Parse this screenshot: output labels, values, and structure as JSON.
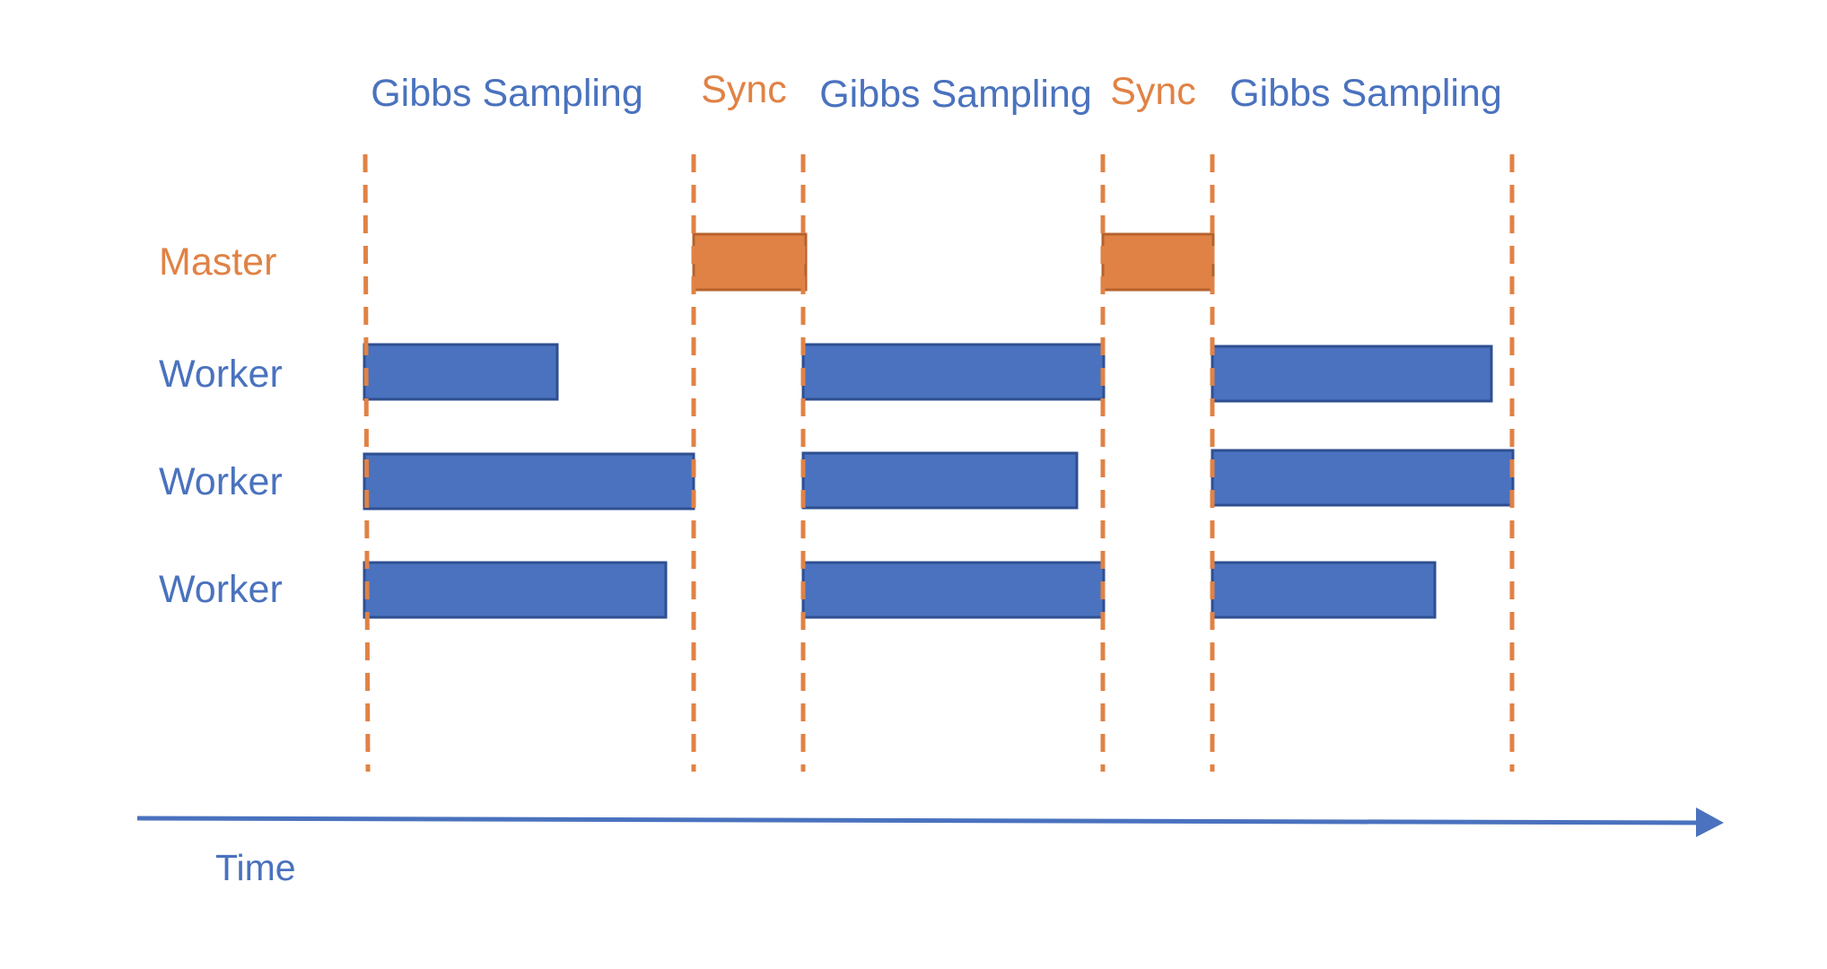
{
  "colors": {
    "worker": "#4a72be",
    "worker_border": "#2f4f91",
    "master": "#e08245",
    "master_border": "#b5622c",
    "divider": "#e08245",
    "axis": "#4a72be"
  },
  "phases": [
    {
      "label": "Gibbs Sampling",
      "kind": "sampling"
    },
    {
      "label": "Sync",
      "kind": "sync"
    },
    {
      "label": "Gibbs Sampling",
      "kind": "sampling"
    },
    {
      "label": "Sync",
      "kind": "sync"
    },
    {
      "label": "Gibbs Sampling",
      "kind": "sampling"
    }
  ],
  "rows": [
    {
      "label": "Master",
      "role": "master"
    },
    {
      "label": "Worker",
      "role": "worker"
    },
    {
      "label": "Worker",
      "role": "worker"
    },
    {
      "label": "Worker",
      "role": "worker"
    }
  ],
  "axis": {
    "label": "Time",
    "icon": "arrow-right-icon"
  }
}
